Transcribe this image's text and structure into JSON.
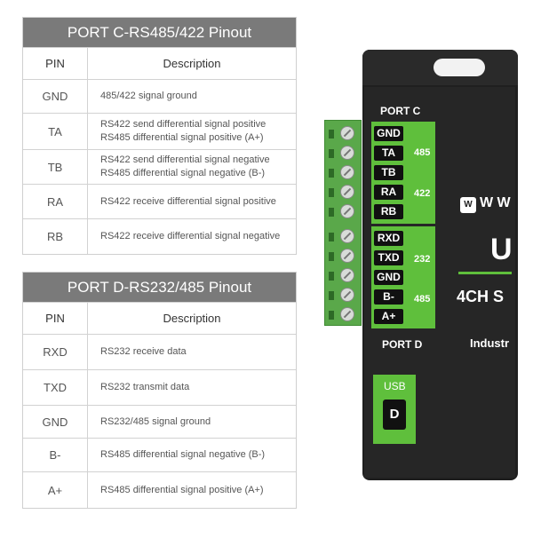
{
  "port_c": {
    "title": "PORT C-RS485/422 Pinout",
    "header": {
      "pin": "PIN",
      "desc": "Description"
    },
    "rows": [
      {
        "pin": "GND",
        "desc": [
          "485/422 signal ground"
        ]
      },
      {
        "pin": "TA",
        "desc": [
          "RS422 send differential signal positive",
          "RS485 differential signal positive (A+)"
        ]
      },
      {
        "pin": "TB",
        "desc": [
          "RS422 send differential signal negative",
          "RS485 differential signal negative (B-)"
        ]
      },
      {
        "pin": "RA",
        "desc": [
          "RS422 receive differential signal positive"
        ]
      },
      {
        "pin": "RB",
        "desc": [
          "RS422 receive differential signal negative"
        ]
      }
    ]
  },
  "port_d": {
    "title": "PORT D-RS232/485 Pinout",
    "header": {
      "pin": "PIN",
      "desc": "Description"
    },
    "rows": [
      {
        "pin": "RXD",
        "desc": [
          "RS232 receive data"
        ]
      },
      {
        "pin": "TXD",
        "desc": [
          "RS232 transmit data"
        ]
      },
      {
        "pin": "GND",
        "desc": [
          "RS232/485 signal ground"
        ]
      },
      {
        "pin": "B-",
        "desc": [
          "RS485 differential signal negative (B-)"
        ]
      },
      {
        "pin": "A+",
        "desc": [
          "RS485 differential signal positive (A+)"
        ]
      }
    ]
  },
  "device": {
    "port_c_label": "PORT C",
    "port_d_label": "PORT D",
    "port_c_pins": [
      "GND",
      "TA",
      "TB",
      "RA",
      "RB"
    ],
    "port_d_pins": [
      "RXD",
      "TXD",
      "GND",
      "B-",
      "A+"
    ],
    "tag_485_c": "485",
    "tag_422": "422",
    "tag_232": "232",
    "tag_485_d": "485",
    "usb_label": "USB",
    "usb_port_glyph": "D",
    "brand_text": "W W",
    "big_letter": "U",
    "model_text": "4CH S",
    "industrial_text": "Industr",
    "colors": {
      "green": "#5fbf3c",
      "body": "#1f1f1f",
      "header_gray": "#7a7a7a"
    }
  }
}
